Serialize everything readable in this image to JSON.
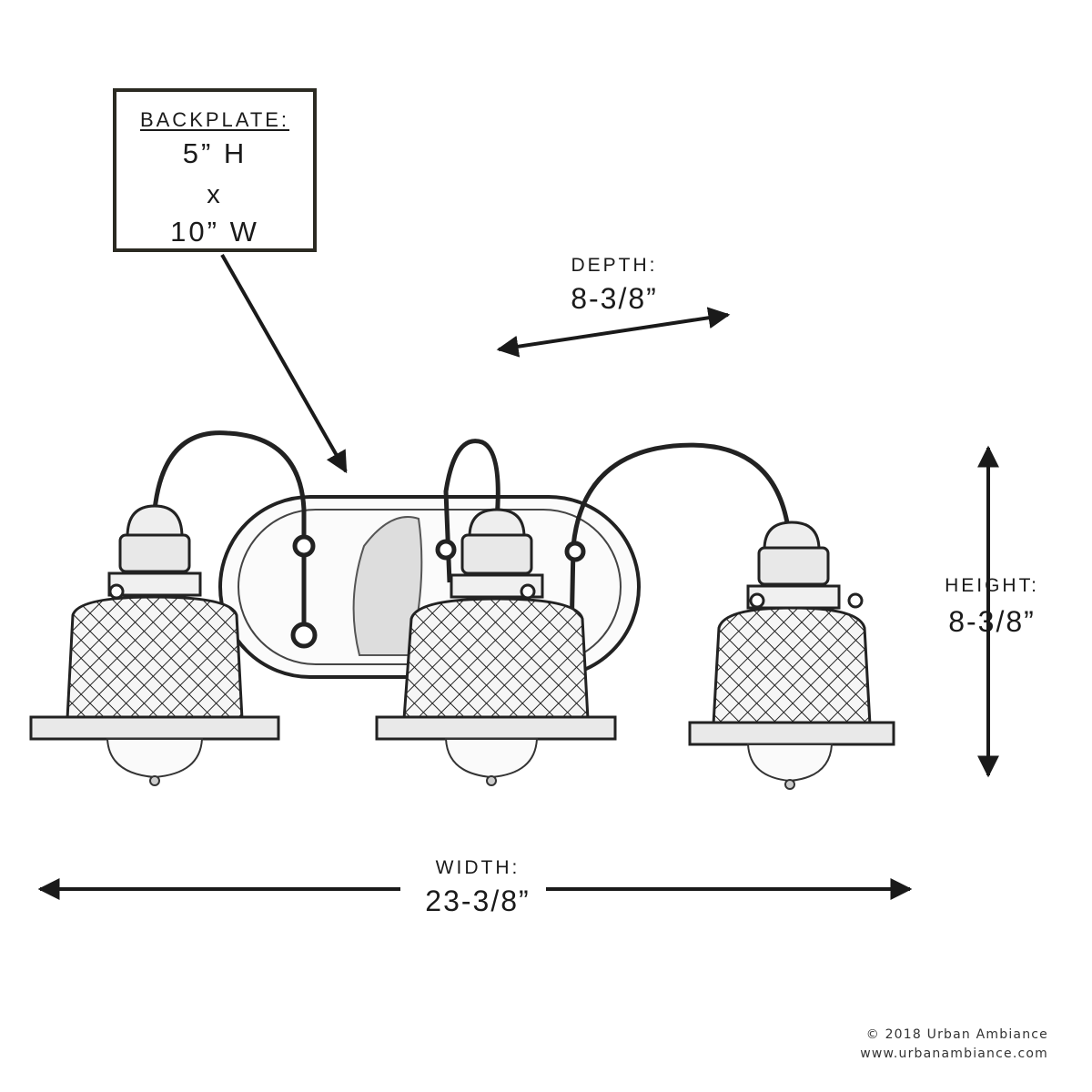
{
  "backplate": {
    "label": "BACKPLATE:",
    "height": "5” H",
    "times": "x",
    "width": "10” W"
  },
  "dimensions": {
    "depth": {
      "label": "DEPTH:",
      "value": "8-3/8”"
    },
    "height": {
      "label": "HEIGHT:",
      "value": "8-3/8”"
    },
    "width": {
      "label": "WIDTH:",
      "value": "23-3/8”"
    }
  },
  "footer": {
    "copyright": "© 2018 Urban Ambiance",
    "website": "www.urbanambiance.com"
  },
  "product": {
    "lights": 3,
    "shade_style": "mesh"
  },
  "colors": {
    "line": "#1a1a1a",
    "box_border": "#2b2a22",
    "background": "#ffffff"
  }
}
